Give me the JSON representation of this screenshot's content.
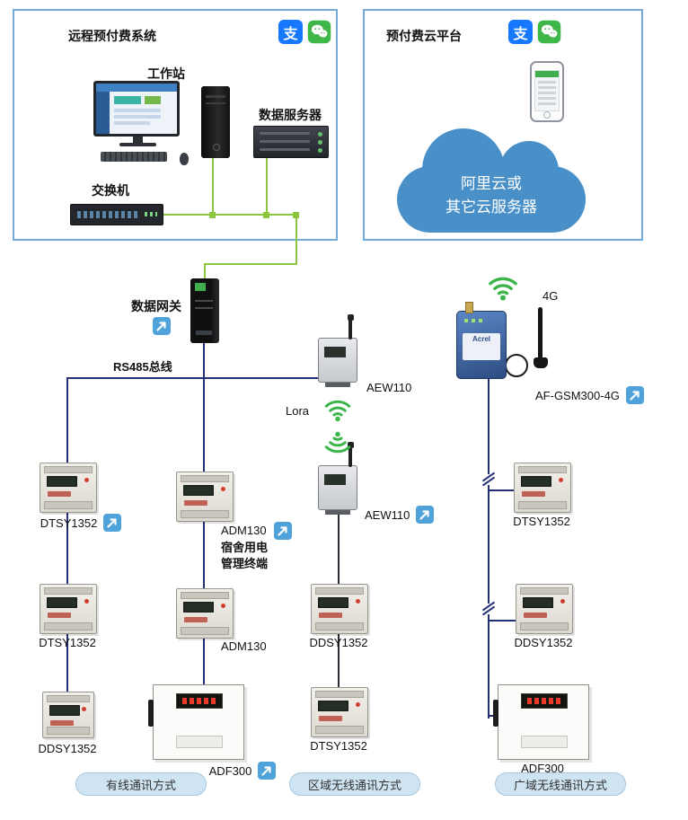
{
  "remote_box": {
    "title": "远程预付费系统",
    "workstation_label": "工作站",
    "data_server_label": "数据服务器",
    "switch_label": "交换机"
  },
  "cloud_box": {
    "title": "预付费云平台",
    "cloud_line1": "阿里云或",
    "cloud_line2": "其它云服务器"
  },
  "brand_icons": {
    "alipay_glyph": "支"
  },
  "gateway": {
    "label": "数据网关"
  },
  "bus": {
    "rs485_label": "RS485总线"
  },
  "wireless": {
    "lora_label": "Lora",
    "fourg_label": "4G"
  },
  "wired_column": {
    "meter1": "DTSY1352",
    "meter2": "DTSY1352",
    "meter3": "DDSY1352",
    "footer": "有线通讯方式"
  },
  "adm_column": {
    "terminal_model": "ADM130",
    "terminal_desc_line1": "宿舍用电",
    "terminal_desc_line2": "管理终端",
    "meter2": "ADM130",
    "meter3": "ADF300"
  },
  "lora_column": {
    "radio1": "AEW110",
    "radio2": "AEW110",
    "meter1": "DDSY1352",
    "meter2": "DTSY1352",
    "footer": "区域无线通讯方式"
  },
  "gsm_column": {
    "modem": "AF-GSM300-4G",
    "modem_brand": "Acrel",
    "meter1": "DTSY1352",
    "meter2": "DDSY1352",
    "meter3": "ADF300",
    "footer": "广域无线通讯方式"
  },
  "colors": {
    "box_border": "#74a9d8",
    "green_line": "#8cc63e",
    "blue_line": "#232f77",
    "thin_line": "#2b2b33",
    "cloud_fill": "#4a90c8",
    "alipay_blue": "#1677ff",
    "wechat_green": "#3eb648",
    "wifi_green": "#3bb44a",
    "link_icon_blue": "#4fa3da",
    "pill_fill": "#cfe4f3",
    "pill_border": "#a6c7e0"
  }
}
